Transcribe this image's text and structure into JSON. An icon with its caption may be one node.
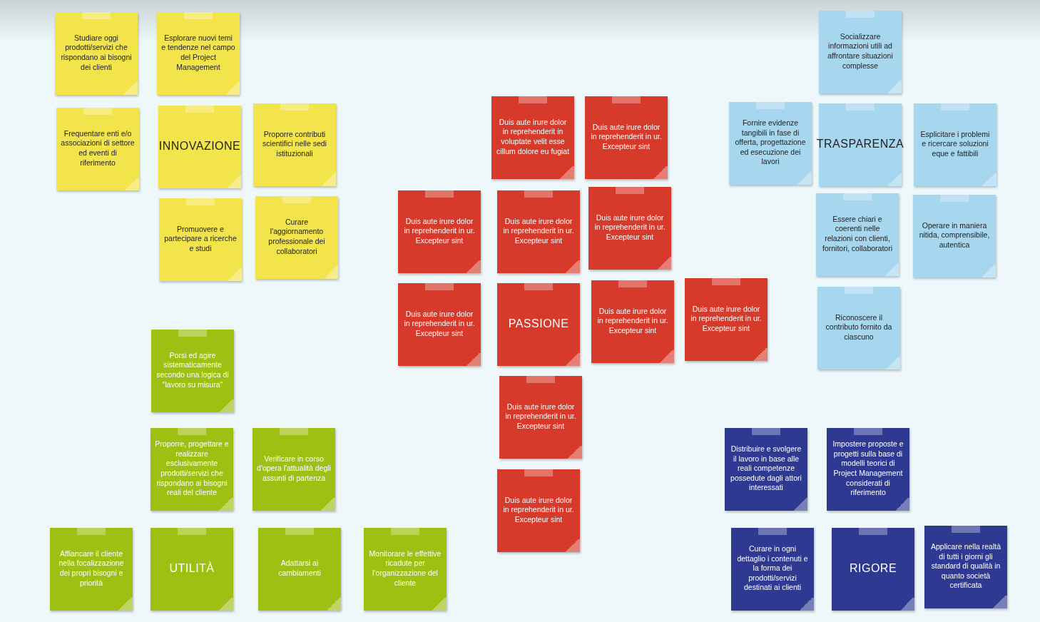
{
  "diagram": {
    "nodes": [
      {
        "text": [
          "Studiare oggi prodotti/servizi che rispondano ai bisogni dei clienti"
        ]
      },
      {
        "text": [
          "Esplorare nuovi temi e tendenze nel campo del Project Management"
        ]
      },
      {
        "text": [
          "Frequentare enti e/o associazioni di settore ed eventi di riferimento"
        ]
      },
      {
        "text": [
          "INNOVAZIONE"
        ]
      },
      {
        "text": [
          "Proporre contributi scientifici nelle sedi istituzionali"
        ]
      },
      {
        "text": [
          "Promuovere e partecipare a ricerche e studi"
        ]
      },
      {
        "text": [
          "Curare l'aggiornamento professionale dei collaboratori"
        ]
      },
      {
        "text": [
          "Socializzare informazioni utili ad affrontare situazioni complesse"
        ]
      },
      {
        "text": [
          "Fornire evidenze tangibili in fase di offerta, progettazione ed esecuzione dei lavori"
        ]
      },
      {
        "text": [
          "TRASPARENZA"
        ]
      },
      {
        "text": [
          "Esplicitare i problemi e ricercare soluzioni eque e fattibili"
        ]
      },
      {
        "text": [
          "Essere chiari e coerenti nelle relazioni con clienti, fornitori, collaboratori"
        ]
      },
      {
        "text": [
          "Operare in maniera nitida, comprensibile, autentica"
        ]
      },
      {
        "text": [
          "Riconoscere il contributo fornito da ciascuno"
        ]
      },
      {
        "text": [
          "Duis aute irure dolor in reprehenderit in voluptate velit esse cillum dolore eu fugiat"
        ]
      },
      {
        "text": [
          "Duis aute irure dolor in reprehenderit in ur. Excepteur sint"
        ]
      },
      {
        "text": [
          "Duis aute irure dolor in reprehenderit in ur. Excepteur sint"
        ]
      },
      {
        "text": [
          "Duis aute irure dolor in reprehenderit in ur. Excepteur sint"
        ]
      },
      {
        "text": [
          "Duis aute irure dolor in reprehenderit in ur. Excepteur sint"
        ]
      },
      {
        "text": [
          "Duis aute irure dolor in reprehenderit in ur. Excepteur sint"
        ]
      },
      {
        "text": [
          "PASSIONE"
        ]
      },
      {
        "text": [
          "Duis aute irure dolor in reprehenderit in ur. Excepteur sint"
        ]
      },
      {
        "text": [
          "Duis aute irure dolor in reprehenderit in ur. Excepteur sint"
        ]
      },
      {
        "text": [
          "Duis aute irure dolor in reprehenderit in ur. Excepteur sint"
        ]
      },
      {
        "text": [
          "Duis aute irure dolor in reprehenderit in ur. Excepteur sint"
        ]
      },
      {
        "text": [
          "Porsi ed agire sistematicamente secondo una logica di \"lavoro su misura\""
        ]
      },
      {
        "text": [
          "Proporre, progettare e realizzare esclusivamente prodotti/servizi che rispondano ai bisogni reali del cliente"
        ]
      },
      {
        "text": [
          "Verificare in corso d'opera l'attualità degli assunti di partenza"
        ]
      },
      {
        "text": [
          "Affiancare il cliente nella focalizzazione dei propri bisogni e priorità"
        ]
      },
      {
        "text": [
          "UTILITÀ"
        ]
      },
      {
        "text": [
          "Adattarsi ai cambiamenti"
        ]
      },
      {
        "text": [
          "Monitorare le effettive ricadute per l'organizzazione del cliente"
        ]
      },
      {
        "text": [
          "Distribuire e svolgere il lavoro in base alle reali competenze possedute dagli attori interessati"
        ]
      },
      {
        "text": [
          "Impostere proposte e progetti sulla base di modelli teorici di Project Management considerati di riferimento"
        ]
      },
      {
        "text": [
          "Curare in ogni dettaglio i contenuti e la forma dei prodotti/servizi destinati ai clienti"
        ]
      },
      {
        "text": [
          "RIGORE"
        ]
      },
      {
        "text": [
          "Applicare nella realtà di tutti i giorni gli standard di qualità in quanto società certificata"
        ]
      }
    ]
  }
}
